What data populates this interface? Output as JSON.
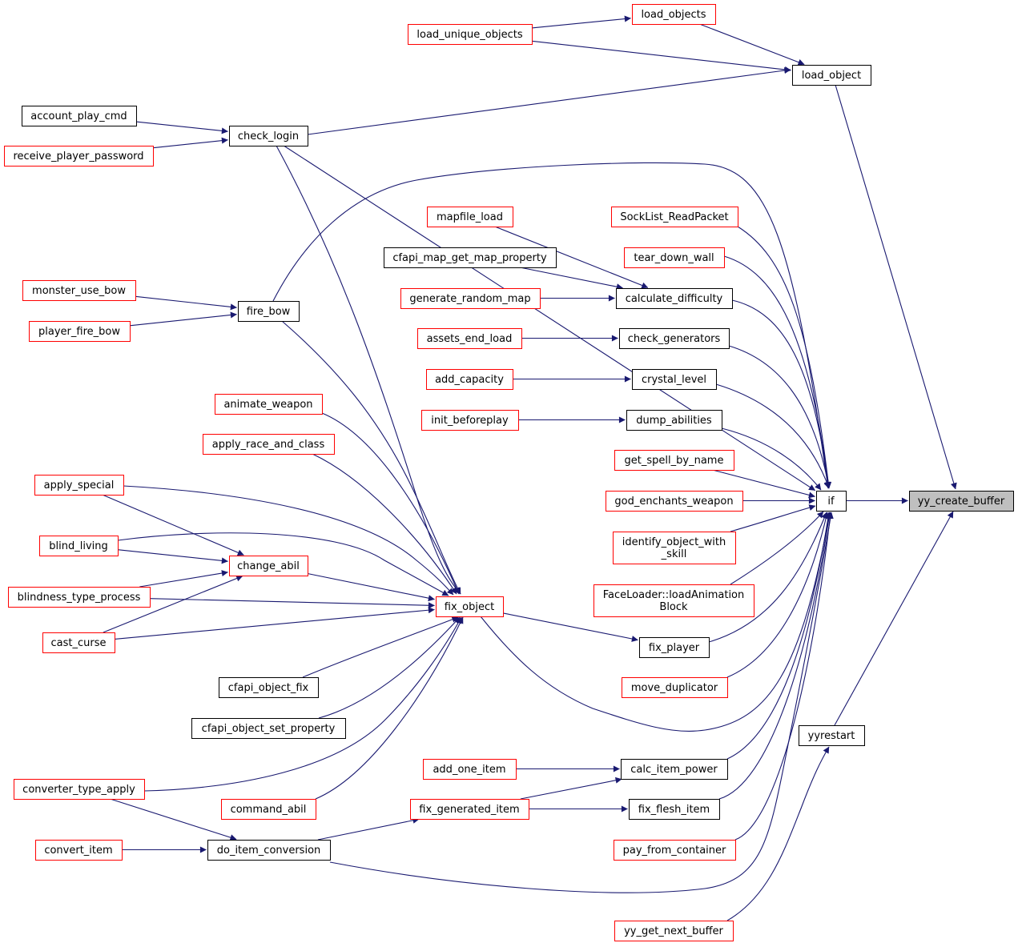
{
  "colors": {
    "edge": "#191970",
    "linked_border": "#ff0000",
    "plain_border": "#000000",
    "target_fill": "#bfbfbf",
    "background": "#ffffff"
  },
  "nodes": [
    {
      "id": "load_objects",
      "label": "load_objects",
      "style": "red"
    },
    {
      "id": "load_unique_objects",
      "label": "load_unique_objects",
      "style": "red"
    },
    {
      "id": "load_object",
      "label": "load_object",
      "style": "black"
    },
    {
      "id": "account_play_cmd",
      "label": "account_play_cmd",
      "style": "black"
    },
    {
      "id": "check_login",
      "label": "check_login",
      "style": "black"
    },
    {
      "id": "receive_player_password",
      "label": "receive_player_password",
      "style": "red"
    },
    {
      "id": "mapfile_load",
      "label": "mapfile_load",
      "style": "red"
    },
    {
      "id": "SockList_ReadPacket",
      "label": "SockList_ReadPacket",
      "style": "red"
    },
    {
      "id": "cfapi_map_get_map_property",
      "label": "cfapi_map_get_map_property",
      "style": "black"
    },
    {
      "id": "tear_down_wall",
      "label": "tear_down_wall",
      "style": "red"
    },
    {
      "id": "generate_random_map",
      "label": "generate_random_map",
      "style": "red"
    },
    {
      "id": "calculate_difficulty",
      "label": "calculate_difficulty",
      "style": "black"
    },
    {
      "id": "monster_use_bow",
      "label": "monster_use_bow",
      "style": "red"
    },
    {
      "id": "fire_bow",
      "label": "fire_bow",
      "style": "black"
    },
    {
      "id": "player_fire_bow",
      "label": "player_fire_bow",
      "style": "red"
    },
    {
      "id": "assets_end_load",
      "label": "assets_end_load",
      "style": "red"
    },
    {
      "id": "check_generators",
      "label": "check_generators",
      "style": "black"
    },
    {
      "id": "add_capacity",
      "label": "add_capacity",
      "style": "red"
    },
    {
      "id": "crystal_level",
      "label": "crystal_level",
      "style": "black"
    },
    {
      "id": "animate_weapon",
      "label": "animate_weapon",
      "style": "red"
    },
    {
      "id": "init_beforeplay",
      "label": "init_beforeplay",
      "style": "red"
    },
    {
      "id": "dump_abilities",
      "label": "dump_abilities",
      "style": "black"
    },
    {
      "id": "apply_race_and_class",
      "label": "apply_race_and_class",
      "style": "red"
    },
    {
      "id": "get_spell_by_name",
      "label": "get_spell_by_name",
      "style": "red"
    },
    {
      "id": "apply_special",
      "label": "apply_special",
      "style": "red"
    },
    {
      "id": "god_enchants_weapon",
      "label": "god_enchants_weapon",
      "style": "red"
    },
    {
      "id": "if",
      "label": "if",
      "style": "black"
    },
    {
      "id": "yy_create_buffer",
      "label": "yy_create_buffer",
      "style": "target"
    },
    {
      "id": "identify_object_with_skill",
      "label": "identify_object_with\n_skill",
      "style": "red"
    },
    {
      "id": "blind_living",
      "label": "blind_living",
      "style": "red"
    },
    {
      "id": "change_abil",
      "label": "change_abil",
      "style": "red"
    },
    {
      "id": "blindness_type_process",
      "label": "blindness_type_process",
      "style": "red"
    },
    {
      "id": "FaceLoader_loadAnimationBlock",
      "label": "FaceLoader::loadAnimation\nBlock",
      "style": "red"
    },
    {
      "id": "fix_object",
      "label": "fix_object",
      "style": "red"
    },
    {
      "id": "cast_curse",
      "label": "cast_curse",
      "style": "red"
    },
    {
      "id": "fix_player",
      "label": "fix_player",
      "style": "black"
    },
    {
      "id": "cfapi_object_fix",
      "label": "cfapi_object_fix",
      "style": "black"
    },
    {
      "id": "move_duplicator",
      "label": "move_duplicator",
      "style": "red"
    },
    {
      "id": "cfapi_object_set_property",
      "label": "cfapi_object_set_property",
      "style": "black"
    },
    {
      "id": "yyrestart",
      "label": "yyrestart",
      "style": "black"
    },
    {
      "id": "add_one_item",
      "label": "add_one_item",
      "style": "red"
    },
    {
      "id": "calc_item_power",
      "label": "calc_item_power",
      "style": "black"
    },
    {
      "id": "converter_type_apply",
      "label": "converter_type_apply",
      "style": "red"
    },
    {
      "id": "command_abil",
      "label": "command_abil",
      "style": "red"
    },
    {
      "id": "fix_generated_item",
      "label": "fix_generated_item",
      "style": "red"
    },
    {
      "id": "fix_flesh_item",
      "label": "fix_flesh_item",
      "style": "black"
    },
    {
      "id": "convert_item",
      "label": "convert_item",
      "style": "red"
    },
    {
      "id": "do_item_conversion",
      "label": "do_item_conversion",
      "style": "black"
    },
    {
      "id": "pay_from_container",
      "label": "pay_from_container",
      "style": "red"
    },
    {
      "id": "yy_get_next_buffer",
      "label": "yy_get_next_buffer",
      "style": "red"
    }
  ],
  "edges": [
    [
      "load_unique_objects",
      "load_objects"
    ],
    [
      "load_objects",
      "load_object"
    ],
    [
      "load_unique_objects",
      "load_object"
    ],
    [
      "check_login",
      "load_object"
    ],
    [
      "account_play_cmd",
      "check_login"
    ],
    [
      "receive_player_password",
      "check_login"
    ],
    [
      "monster_use_bow",
      "fire_bow"
    ],
    [
      "player_fire_bow",
      "fire_bow"
    ],
    [
      "mapfile_load",
      "calculate_difficulty"
    ],
    [
      "cfapi_map_get_map_property",
      "calculate_difficulty"
    ],
    [
      "generate_random_map",
      "calculate_difficulty"
    ],
    [
      "assets_end_load",
      "check_generators"
    ],
    [
      "add_capacity",
      "crystal_level"
    ],
    [
      "init_beforeplay",
      "dump_abilities"
    ],
    [
      "apply_special",
      "change_abil"
    ],
    [
      "blind_living",
      "change_abil"
    ],
    [
      "blindness_type_process",
      "change_abil"
    ],
    [
      "cast_curse",
      "change_abil"
    ],
    [
      "check_login",
      "fix_object"
    ],
    [
      "fire_bow",
      "fix_object"
    ],
    [
      "animate_weapon",
      "fix_object"
    ],
    [
      "apply_race_and_class",
      "fix_object"
    ],
    [
      "apply_special",
      "fix_object"
    ],
    [
      "blind_living",
      "fix_object"
    ],
    [
      "change_abil",
      "fix_object"
    ],
    [
      "blindness_type_process",
      "fix_object"
    ],
    [
      "cast_curse",
      "fix_object"
    ],
    [
      "cfapi_object_fix",
      "fix_object"
    ],
    [
      "cfapi_object_set_property",
      "fix_object"
    ],
    [
      "converter_type_apply",
      "fix_object"
    ],
    [
      "command_abil",
      "fix_object"
    ],
    [
      "fix_object",
      "fix_player"
    ],
    [
      "add_one_item",
      "calc_item_power"
    ],
    [
      "fix_generated_item",
      "calc_item_power"
    ],
    [
      "fix_generated_item",
      "fix_flesh_item"
    ],
    [
      "converter_type_apply",
      "do_item_conversion"
    ],
    [
      "convert_item",
      "do_item_conversion"
    ],
    [
      "do_item_conversion",
      "fix_generated_item"
    ],
    [
      "load_object",
      "yy_create_buffer"
    ],
    [
      "if",
      "yy_create_buffer"
    ],
    [
      "yyrestart",
      "yy_create_buffer"
    ],
    [
      "yy_get_next_buffer",
      "yyrestart"
    ],
    [
      "check_login",
      "if"
    ],
    [
      "fire_bow",
      "if"
    ],
    [
      "SockList_ReadPacket",
      "if"
    ],
    [
      "tear_down_wall",
      "if"
    ],
    [
      "calculate_difficulty",
      "if"
    ],
    [
      "check_generators",
      "if"
    ],
    [
      "crystal_level",
      "if"
    ],
    [
      "dump_abilities",
      "if"
    ],
    [
      "get_spell_by_name",
      "if"
    ],
    [
      "god_enchants_weapon",
      "if"
    ],
    [
      "identify_object_with_skill",
      "if"
    ],
    [
      "FaceLoader_loadAnimationBlock",
      "if"
    ],
    [
      "fix_player",
      "if"
    ],
    [
      "move_duplicator",
      "if"
    ],
    [
      "fix_object",
      "if"
    ],
    [
      "calc_item_power",
      "if"
    ],
    [
      "fix_flesh_item",
      "if"
    ],
    [
      "pay_from_container",
      "if"
    ],
    [
      "do_item_conversion",
      "if"
    ]
  ]
}
